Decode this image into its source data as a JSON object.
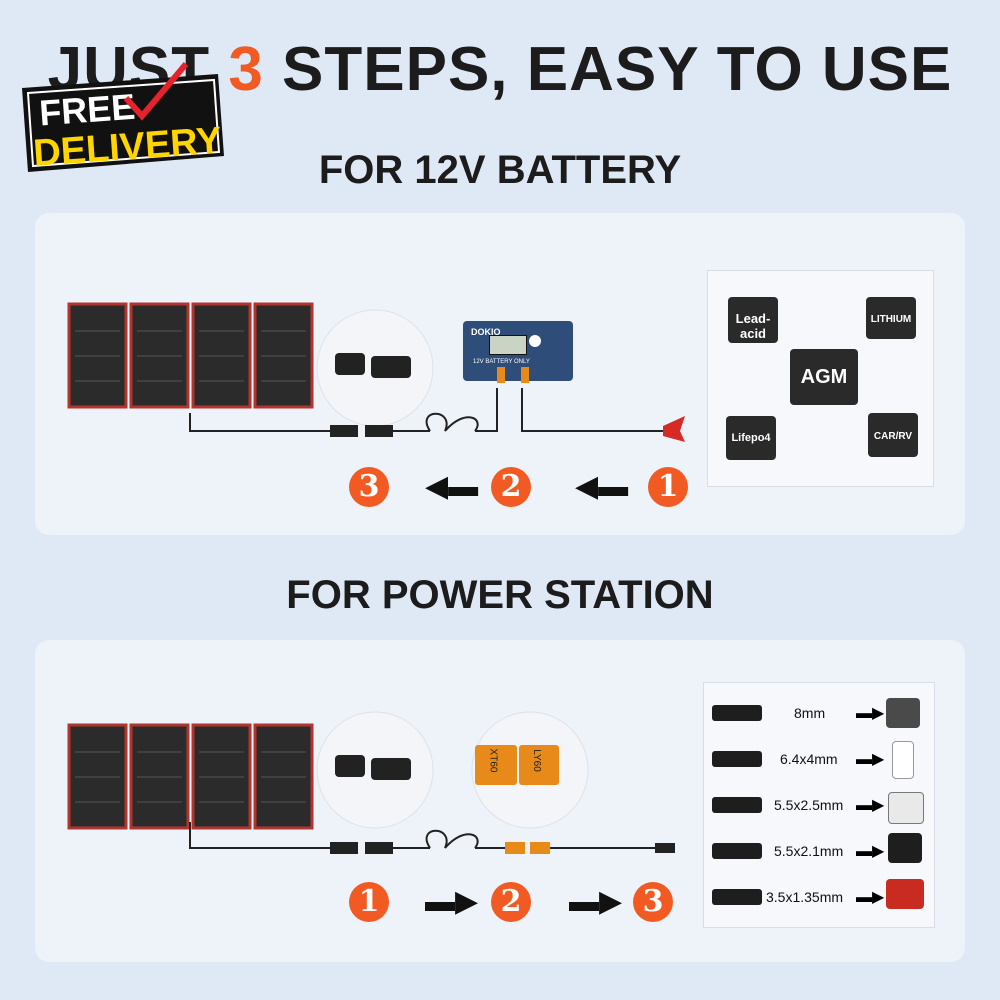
{
  "header": {
    "title_pre": "JUST ",
    "title_num": "3",
    "title_post": " STEPS, EASY TO USE",
    "badge_line1": "FREE",
    "badge_line2": "DELIVERY"
  },
  "section1": {
    "title": "FOR 12V BATTERY",
    "steps": [
      "3",
      "2",
      "1"
    ],
    "controller_brand": "DOKIO",
    "controller_text": "12V BATTERY ONLY",
    "batteries": [
      "Lead-acid",
      "LITHIUM",
      "AGM",
      "Lifepo4",
      "CAR/RV"
    ]
  },
  "section2": {
    "title": "FOR POWER STATION",
    "steps": [
      "1",
      "2",
      "3"
    ],
    "connector_left": "XT60",
    "connector_right": "LY60",
    "sizes": [
      "8mm",
      "6.4x4mm",
      "5.5x2.5mm",
      "5.5x2.1mm",
      "3.5x1.35mm"
    ]
  },
  "colors": {
    "accent": "#f15a22",
    "badge_yellow": "#ffd400",
    "background": "#dfe9f6"
  }
}
